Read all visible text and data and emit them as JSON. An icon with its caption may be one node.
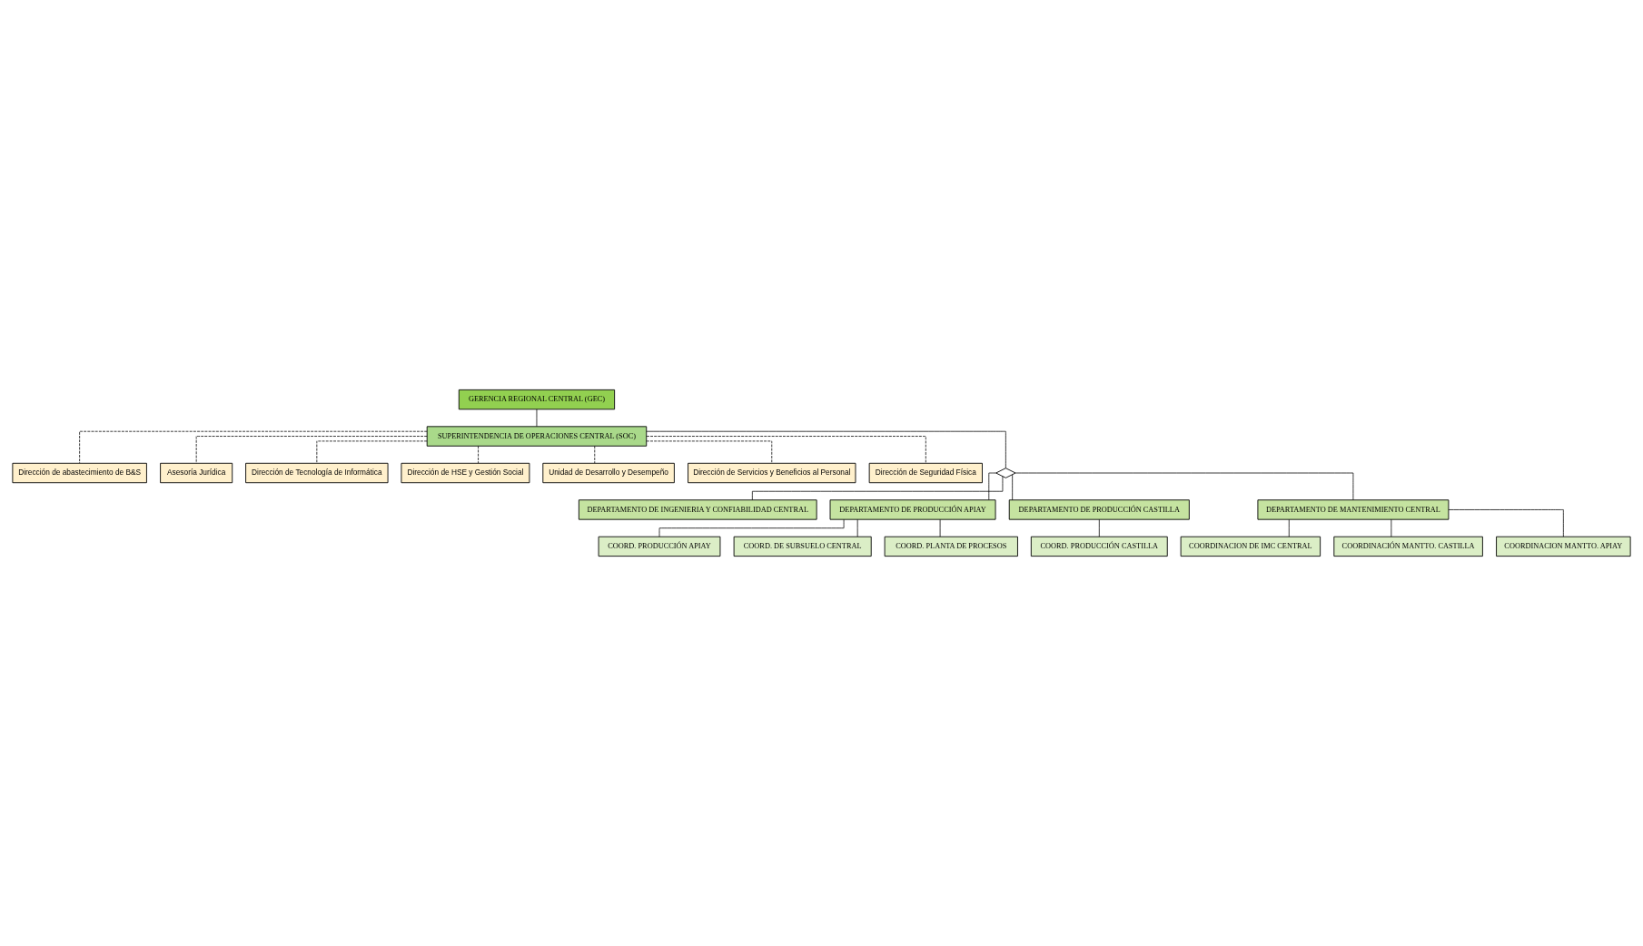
{
  "diagram": {
    "nodes": [
      {
        "text": [
          "GERENCIA REGIONAL CENTRAL (GEC)"
        ]
      },
      {
        "text": [
          "SUPERINTENDENCIA DE OPERACIONES CENTRAL (SOC)"
        ]
      },
      {
        "text": [
          "Dirección de abastecimiento de B&S"
        ]
      },
      {
        "text": [
          "Asesoría Jurídica"
        ]
      },
      {
        "text": [
          "Dirección de Tecnología de Informática"
        ]
      },
      {
        "text": [
          "Dirección de HSE y Gestión Social"
        ]
      },
      {
        "text": [
          "Unidad de Desarrollo y Desempeño"
        ]
      },
      {
        "text": [
          "Dirección de Servicios y Beneficios al Personal"
        ]
      },
      {
        "text": [
          "Dirección de Seguridad Física"
        ]
      },
      {
        "text": [],
        "shape": "diamond"
      },
      {
        "text": [
          "DEPARTAMENTO DE INGENIERIA Y CONFIABILIDAD CENTRAL"
        ]
      },
      {
        "text": [
          "DEPARTAMENTO DE PRODUCCIÓN APIAY"
        ]
      },
      {
        "text": [
          "DEPARTAMENTO DE PRODUCCIÓN CASTILLA"
        ]
      },
      {
        "text": [
          "DEPARTAMENTO DE MANTENIMIENTO CENTRAL"
        ]
      },
      {
        "text": [
          "COORD. PRODUCCIÓN APIAY"
        ]
      },
      {
        "text": [
          "COORD. DE SUBSUELO CENTRAL"
        ]
      },
      {
        "text": [
          "COORD. PLANTA DE PROCESOS"
        ]
      },
      {
        "text": [
          "COORD. PRODUCCIÓN CASTILLA"
        ]
      },
      {
        "text": [
          "COORDINACION DE IMC CENTRAL"
        ]
      },
      {
        "text": [
          "COORDINACIÓN MANTTO. CASTILLA"
        ]
      },
      {
        "text": [
          "COORDINACION MANTTO. APIAY"
        ]
      }
    ],
    "edges": [
      {
        "from": 0,
        "to": 1,
        "arrow": "none"
      },
      {
        "from": 1,
        "to": 2,
        "arrow": "none",
        "style": "dashed"
      },
      {
        "from": 1,
        "to": 3,
        "arrow": "none",
        "style": "dashed"
      },
      {
        "from": 1,
        "to": 4,
        "arrow": "none",
        "style": "dashed"
      },
      {
        "from": 1,
        "to": 5,
        "arrow": "none",
        "style": "dashed"
      },
      {
        "from": 1,
        "to": 6,
        "arrow": "none",
        "style": "dashed"
      },
      {
        "from": 1,
        "to": 7,
        "arrow": "none",
        "style": "dashed"
      },
      {
        "from": 1,
        "to": 8,
        "arrow": "none",
        "style": "dashed"
      },
      {
        "from": 1,
        "to": 9,
        "arrow": "none"
      },
      {
        "from": 9,
        "to": 10,
        "arrow": "none"
      },
      {
        "from": 9,
        "to": 11,
        "arrow": "none"
      },
      {
        "from": 9,
        "to": 12,
        "arrow": "none"
      },
      {
        "from": 9,
        "to": 13,
        "arrow": "none"
      },
      {
        "from": 11,
        "to": 14,
        "arrow": "none"
      },
      {
        "from": 11,
        "to": 15,
        "arrow": "none"
      },
      {
        "from": 11,
        "to": 16,
        "arrow": "none"
      },
      {
        "from": 12,
        "to": 17,
        "arrow": "none"
      },
      {
        "from": 13,
        "to": 18,
        "arrow": "none"
      },
      {
        "from": 13,
        "to": 19,
        "arrow": "none"
      },
      {
        "from": 13,
        "to": 20,
        "arrow": "none"
      }
    ]
  }
}
